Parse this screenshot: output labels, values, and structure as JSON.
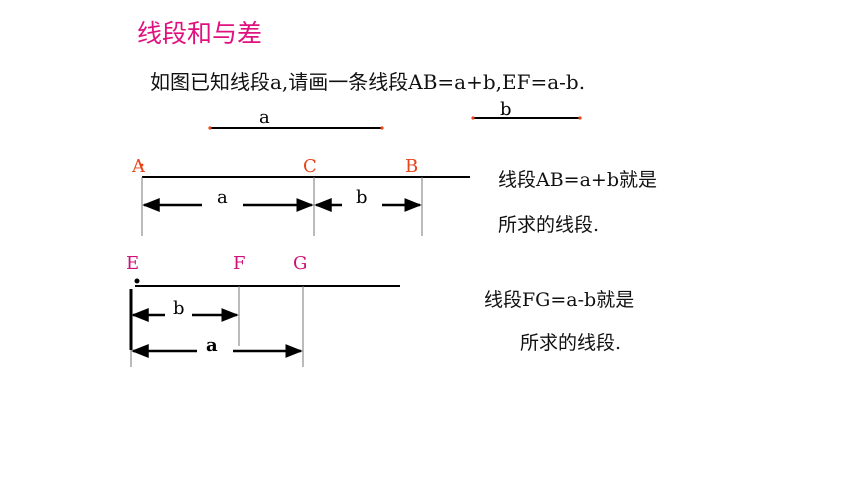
{
  "title": "线段和与差",
  "problem": "如图已知线段a,请画一条线段AB=a+b,EF=a-b.",
  "given": {
    "a_label": "a",
    "b_label": "b"
  },
  "sum_figure": {
    "points": [
      "A",
      "C",
      "B"
    ],
    "seg_a_label": "a",
    "seg_b_label": "b",
    "answer_line1": "线段AB=a+b就是",
    "answer_line2": "所求的线段."
  },
  "diff_figure": {
    "points": [
      "E",
      "F",
      "G"
    ],
    "seg_b_label": "b",
    "seg_a_label": "a",
    "answer_line1": "线段FG=a-b就是",
    "answer_line2": "所求的线段."
  },
  "colors": {
    "title": "#e0117f",
    "point_sum": "#e8431a",
    "point_diff": "#cc1177",
    "dot": "#e8431a"
  }
}
